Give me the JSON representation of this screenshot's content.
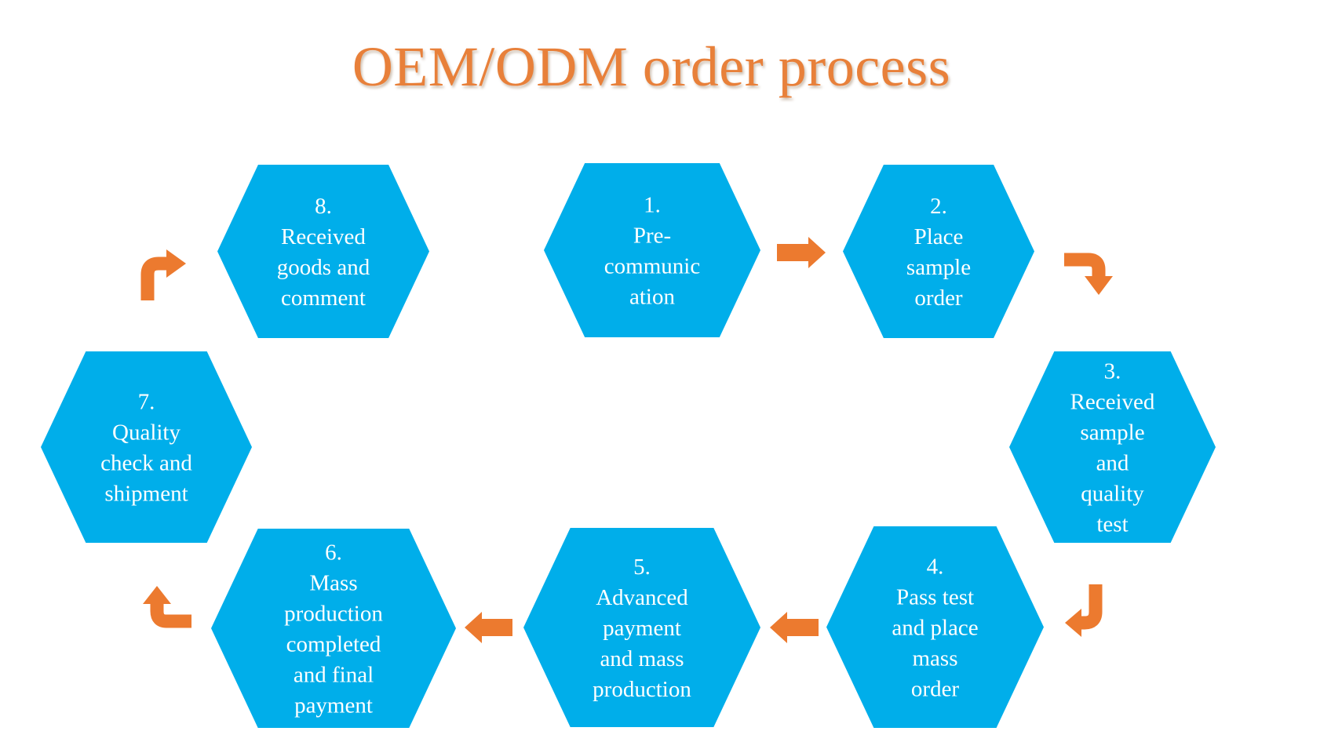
{
  "title": "OEM/ODM order process",
  "colors": {
    "title": "#e8803a",
    "hexagon_fill": "#00aeea",
    "arrow": "#ec7a2f",
    "hex_text": "#ffffff",
    "background": "#ffffff"
  },
  "steps": [
    {
      "number": "1.",
      "lines": [
        "Pre-",
        "communic",
        "ation"
      ]
    },
    {
      "number": "2.",
      "lines": [
        "Place",
        "sample",
        "order"
      ]
    },
    {
      "number": "3.",
      "lines": [
        "Received",
        "sample",
        "and",
        "quality",
        "test"
      ]
    },
    {
      "number": "4.",
      "lines": [
        "Pass test",
        "and place",
        "mass",
        "order"
      ]
    },
    {
      "number": "5.",
      "lines": [
        "Advanced",
        "payment",
        "and mass",
        "production"
      ]
    },
    {
      "number": "6.",
      "lines": [
        "Mass",
        "production",
        "completed",
        "and final",
        "payment"
      ]
    },
    {
      "number": "7.",
      "lines": [
        "Quality",
        "check and",
        "shipment"
      ]
    },
    {
      "number": "8.",
      "lines": [
        "Received",
        "goods and",
        "comment"
      ]
    }
  ],
  "arrows": [
    {
      "from": 1,
      "to": 2,
      "icon": "arrow-right-icon"
    },
    {
      "from": 2,
      "to": 3,
      "icon": "arrow-turn-down-icon"
    },
    {
      "from": 3,
      "to": 4,
      "icon": "arrow-turn-left-icon"
    },
    {
      "from": 4,
      "to": 5,
      "icon": "arrow-left-icon"
    },
    {
      "from": 5,
      "to": 6,
      "icon": "arrow-left-icon"
    },
    {
      "from": 6,
      "to": 7,
      "icon": "arrow-turn-up-icon"
    },
    {
      "from": 7,
      "to": 8,
      "icon": "arrow-turn-right-icon"
    }
  ]
}
